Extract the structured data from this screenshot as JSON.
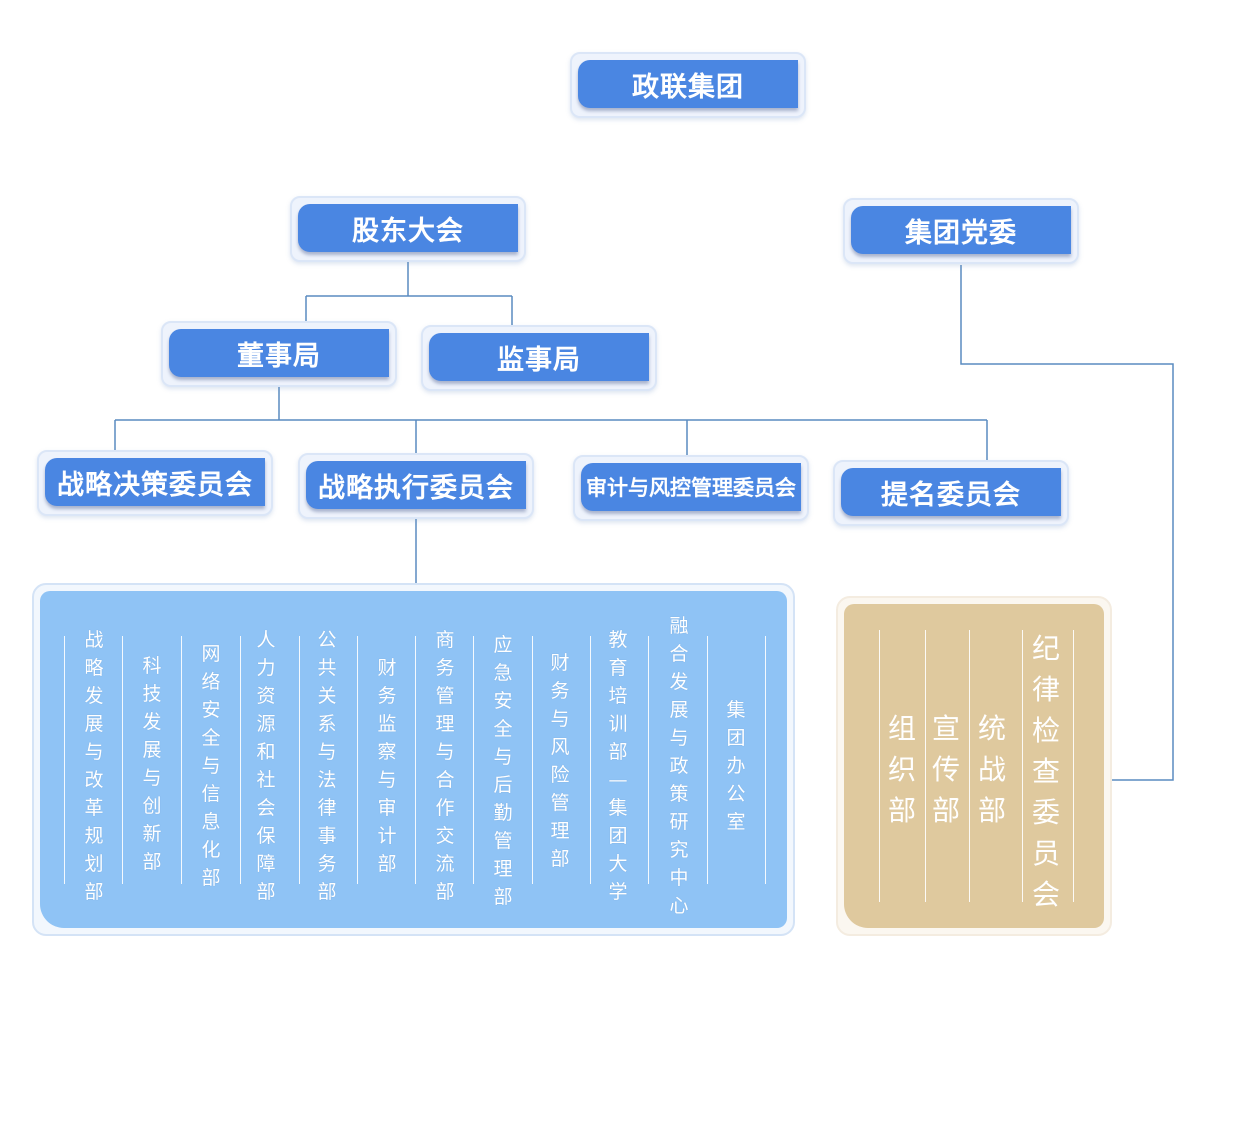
{
  "top": {
    "label": "政联集团"
  },
  "shareholders": {
    "label": "股东大会"
  },
  "party_committee": {
    "label": "集团党委"
  },
  "board": {
    "label": "董事局"
  },
  "supervisors": {
    "label": "监事局"
  },
  "committees": [
    {
      "label": "战略决策委员会"
    },
    {
      "label": "战略执行委员会"
    },
    {
      "label": "审计与风控管理委员会"
    },
    {
      "label": "提名委员会"
    }
  ],
  "departments": [
    "战略发展与改革规划部",
    "科技发展与创新部",
    "网络安全与信息化部",
    "人力资源和社会保障部",
    "公共关系与法律事务部",
    "财务监察与审计部",
    "商务管理与合作交流部",
    "应急安全与后勤管理部",
    "财务与风险管理部",
    "教育培训部—集团大学",
    "融合发展与政策研究中心",
    "集团办公室"
  ],
  "party_departments": [
    "组织部",
    "宣传部",
    "统战部",
    "纪律检查委员会"
  ],
  "colors": {
    "node_blue": "#4a86e2",
    "dept_panel": "#8fc3f5",
    "party_panel": "#dfc99e",
    "line": "#4a7fb5"
  }
}
